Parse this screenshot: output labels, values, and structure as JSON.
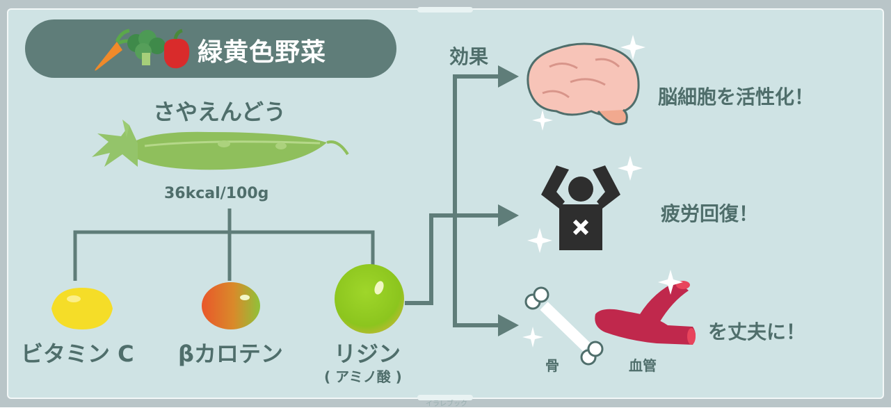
{
  "title": "緑黄色野菜",
  "vegetable": {
    "name": "さやえんどう",
    "calories": "36kcal/100g"
  },
  "nutrients": [
    {
      "label": "ビタミン C",
      "sub": ""
    },
    {
      "label": "βカロテン",
      "sub": ""
    },
    {
      "label": "リジン",
      "sub": "( アミノ酸 )"
    }
  ],
  "effects_heading": "効果",
  "effects": [
    {
      "label": "脳細胞を活性化！"
    },
    {
      "label": "疲労回復！"
    },
    {
      "label": "を丈夫に！",
      "sub_labels": [
        "骨",
        "血管"
      ]
    }
  ],
  "credit": "イラレブック",
  "colors": {
    "background": "#cfe3e4",
    "title_bg": "#5f7d79",
    "text": "#4f6e6b",
    "arrow": "#5f7d79"
  }
}
